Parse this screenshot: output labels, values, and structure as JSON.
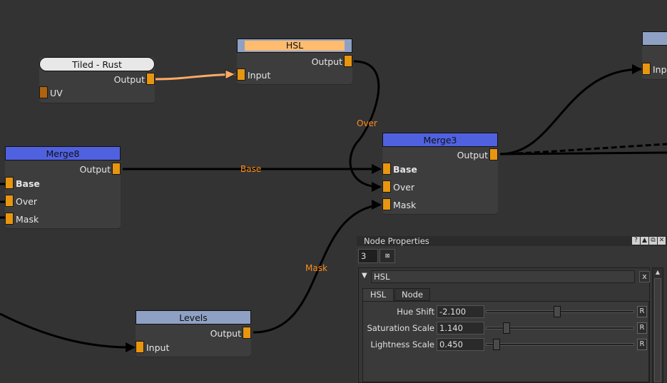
{
  "canvas": {
    "wire_color": "#000000",
    "selected_wire_color": "#ffaa66",
    "accent": "#ff8c1a"
  },
  "wire_labels": {
    "over": "Over",
    "base": "Base",
    "mask": "Mask"
  },
  "nodes": {
    "tiled_rust": {
      "title": "Tiled - Rust",
      "output": "Output",
      "uv": "UV"
    },
    "hsl": {
      "title": "HSL",
      "output": "Output",
      "input": "Input"
    },
    "merge8": {
      "title": "Merge8",
      "output": "Output",
      "base": "Base",
      "over": "Over",
      "mask": "Mask"
    },
    "merge3": {
      "title": "Merge3",
      "output": "Output",
      "base": "Base",
      "over": "Over",
      "mask": "Mask"
    },
    "levels": {
      "title": "Levels",
      "output": "Output",
      "input": "Input"
    },
    "offscreen": {
      "input": "Inp"
    }
  },
  "panel": {
    "title": "Node Properties",
    "count": "3",
    "count_button": "⊠",
    "node_name": "HSL",
    "close": "x",
    "title_icons": [
      "?",
      "▲",
      "⧉",
      "✕"
    ],
    "tabs": [
      {
        "label": "HSL",
        "active": true
      },
      {
        "label": "Node",
        "active": false
      }
    ],
    "params": [
      {
        "label": "Hue Shift",
        "value": "-2.100",
        "slider": 0.48,
        "reset": "R"
      },
      {
        "label": "Saturation Scale",
        "value": "1.140",
        "slider": 0.12,
        "reset": "R"
      },
      {
        "label": "Lightness Scale",
        "value": "0.450",
        "slider": 0.05,
        "reset": "R"
      }
    ]
  }
}
